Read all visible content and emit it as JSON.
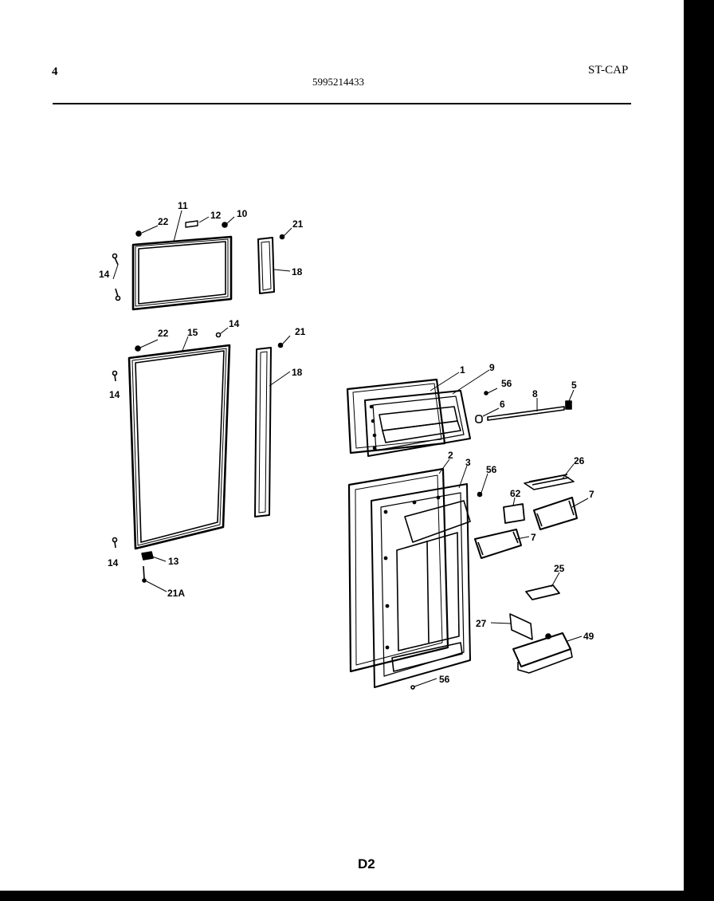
{
  "header": {
    "page_number": "4",
    "part_number": "5995214433",
    "model_code": "ST-CAP"
  },
  "footer": {
    "diagram_code": "D2"
  },
  "callouts": {
    "c11": "11",
    "c12": "12",
    "c10": "10",
    "c22a": "22",
    "c21a": "21",
    "c14a": "14",
    "c18a": "18",
    "c22b": "22",
    "c15": "15",
    "c14b": "14",
    "c21b": "21",
    "c14c": "14",
    "c18b": "18",
    "c14d": "14",
    "c13": "13",
    "c21A": "21A",
    "c1": "1",
    "c9": "9",
    "c56a": "56",
    "c8": "8",
    "c5": "5",
    "c6": "6",
    "c2": "2",
    "c3": "3",
    "c56b": "56",
    "c26": "26",
    "c62": "62",
    "c7a": "7",
    "c7b": "7",
    "c25": "25",
    "c27": "27",
    "c49": "49",
    "c56c": "56"
  }
}
